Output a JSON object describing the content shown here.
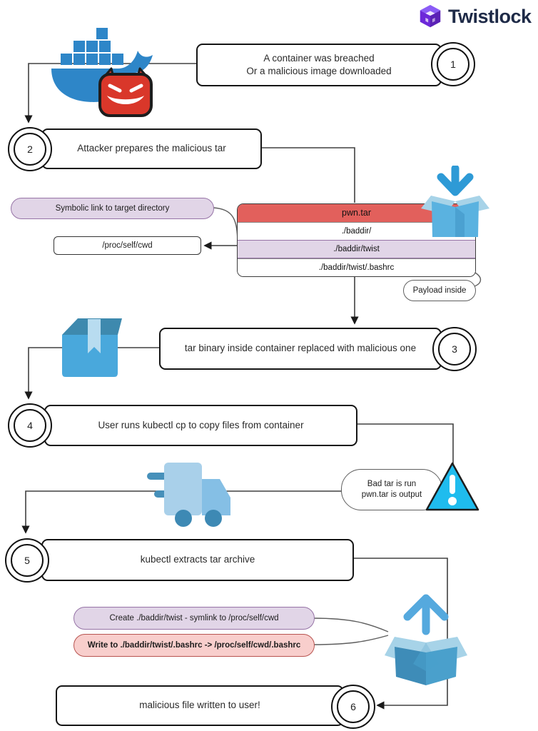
{
  "brand": {
    "name": "Twistlock"
  },
  "steps": [
    {
      "num": "1",
      "lines": [
        "A container was breached",
        "Or a malicious image downloaded"
      ]
    },
    {
      "num": "2",
      "label": "Attacker prepares the malicious tar"
    },
    {
      "num": "3",
      "label": "tar binary inside container replaced with malicious one"
    },
    {
      "num": "4",
      "label": "User runs kubectl cp to copy files from container"
    },
    {
      "num": "5",
      "label": "kubectl extracts tar archive"
    },
    {
      "num": "6",
      "label": "malicious file written to user!"
    }
  ],
  "tar_archive": {
    "title": "pwn.tar",
    "entries": [
      "./baddir/",
      "./baddir/twist",
      "./baddir/twist/.bashrc"
    ]
  },
  "callouts": {
    "symbolic_link": "Symbolic link to target directory",
    "proc_self_cwd": "/proc/self/cwd",
    "payload_inside": "Payload inside",
    "bad_tar": [
      "Bad tar is run",
      "pwn.tar is output"
    ],
    "create_symlink": "Create ./baddir/twist - symlink to /proc/self/cwd",
    "write_payload": "Write to ./baddir/twist/.bashrc -> /proc/self/cwd/.bashrc"
  },
  "colors": {
    "tar_header_red": "#e2605c",
    "symlink_lavender": "#e1d5e7",
    "symlink_border": "#9673a6",
    "danger_pink": "#f8cecc",
    "danger_border": "#b85450",
    "docker_blue": "#2e86c8",
    "alert_cyan": "#1fbcee",
    "brand_purple": "#6d28d9",
    "brand_navy": "#1e2a47"
  }
}
